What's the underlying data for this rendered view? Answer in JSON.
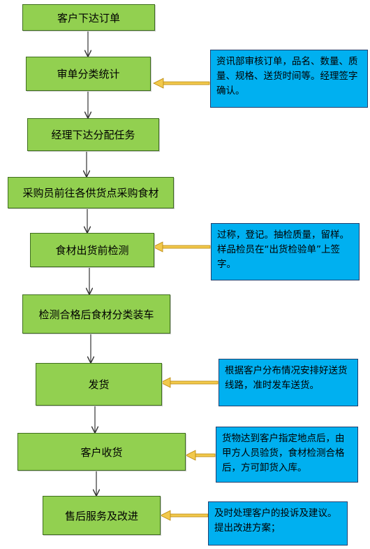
{
  "diagram": {
    "colors": {
      "step_fill": "#92d050",
      "note_fill": "#00b0f0",
      "connector_arrow": "#333333",
      "note_arrow": "#f2c94c"
    },
    "steps": [
      {
        "id": "s1",
        "label": "客户下达订单"
      },
      {
        "id": "s2",
        "label": "审单分类统计"
      },
      {
        "id": "s3",
        "label": "经理下达分配任务"
      },
      {
        "id": "s4",
        "label": "采购员前往各供货点采购食材"
      },
      {
        "id": "s5",
        "label": "食材出货前检测"
      },
      {
        "id": "s6",
        "label": "检测合格后食材分类装车"
      },
      {
        "id": "s7",
        "label": "发货"
      },
      {
        "id": "s8",
        "label": "客户收货"
      },
      {
        "id": "s9",
        "label": "售后服务及改进"
      }
    ],
    "notes": [
      {
        "id": "n1",
        "target": "s2",
        "text": "资讯部审核订单，品名、数量、质量、规格、送货时间等。经理签字确认。"
      },
      {
        "id": "n2",
        "target": "s5",
        "text": "过称，登记。抽检质量，留样。样品检员在“出货检验单”上签字。"
      },
      {
        "id": "n3",
        "target": "s7",
        "text": "根据客户分布情况安排好送货线路，准时发车送货。"
      },
      {
        "id": "n4",
        "target": "s8",
        "text": "货物达到客户指定地点后，由甲方人员验货，食材检测合格后，方可卸货入库。"
      },
      {
        "id": "n5",
        "target": "s9",
        "text": "及时处理客户的投诉及建议。提出改进方案；"
      }
    ]
  }
}
